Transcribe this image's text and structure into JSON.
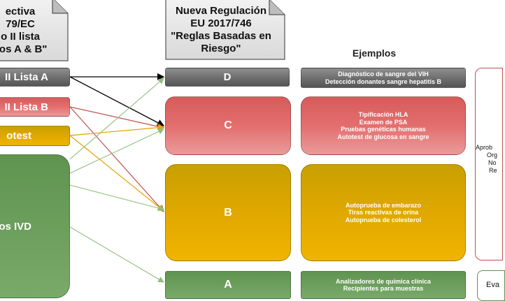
{
  "notes": {
    "left": "ectiva\n79/EC\no II lista\nvos A & B\"",
    "right": "Nueva Regulación\nEU 2017/746\n\"Reglas Basadas en\nRiesgo\""
  },
  "heading": "Ejemplos",
  "left_items": [
    {
      "label": "II Lista A",
      "color": "#5f5f5f"
    },
    {
      "label": "II Lista B",
      "color": "#e06666"
    },
    {
      "label": "otest",
      "color": "#e5a100"
    },
    {
      "label": "os IVD",
      "color": "#6a9a5a"
    }
  ],
  "classes": [
    {
      "label": "D",
      "color": "#6b6b6b"
    },
    {
      "label": "C",
      "color": "#e06b6b"
    },
    {
      "label": "B",
      "color": "#e6a800"
    },
    {
      "label": "A",
      "color": "#6a9a5a"
    }
  ],
  "examples": [
    "Diagnóstico de sangre del VIH\nDetección donantes sangre hepatitis B",
    "Tipificación HLA\nExamen de PSA\nPruebas genéticas humanas\nAutotest de glucosa en sangre",
    "Autoprueba de embarazo\nTiras reactivas de orina\nAutoprueba de colesterol",
    "Analizadores de química clínica\nRecipientes para muestras"
  ],
  "right_panel": {
    "lines": [
      "Aprob",
      "Org",
      "No",
      "Re"
    ],
    "bottom": "Eva",
    "border_color": "#c0504d"
  },
  "arrow_colors": {
    "black": "#000000",
    "red": "#c0504d",
    "orange": "#e5a100",
    "green": "#8fbf7a"
  }
}
